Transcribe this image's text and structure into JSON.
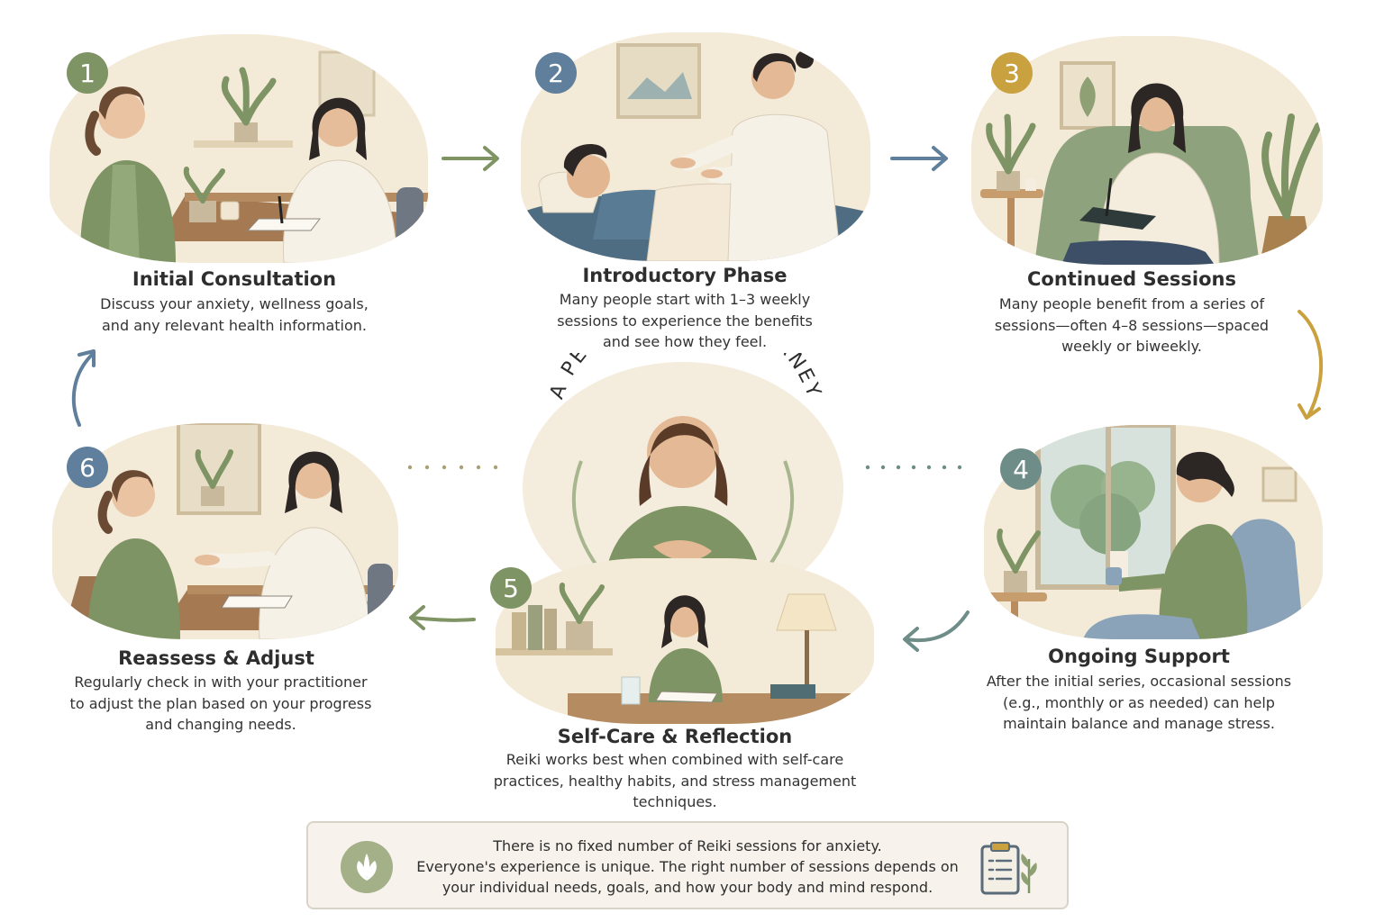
{
  "center_title": "A PERSONALIZED JOURNEY",
  "steps": [
    {
      "number": "1",
      "title": "Initial Consultation",
      "lines": [
        "Discuss your anxiety, wellness goals,",
        "and any relevant health information."
      ]
    },
    {
      "number": "2",
      "title": "Introductory Phase",
      "lines": [
        "Many people start with 1–3 weekly",
        "sessions to experience the benefits",
        "and see how they feel."
      ]
    },
    {
      "number": "3",
      "title": "Continued Sessions",
      "lines": [
        "Many people benefit from a series of",
        "sessions—often 4–8 sessions—spaced",
        "weekly or biweekly."
      ]
    },
    {
      "number": "4",
      "title": "Ongoing Support",
      "lines": [
        "After the initial series, occasional sessions",
        "(e.g., monthly or as needed) can help",
        "maintain balance and manage stress."
      ]
    },
    {
      "number": "5",
      "title": "Self-Care & Reflection",
      "lines": [
        "Reiki works best when combined with self-care",
        "practices, healthy habits, and stress management",
        "techniques."
      ]
    },
    {
      "number": "6",
      "title": "Reassess & Adjust",
      "lines": [
        "Regularly check in with your practitioner",
        "to adjust the plan based on your progress",
        "and changing needs."
      ]
    }
  ],
  "note": {
    "lines": [
      "There is no fixed number of Reiki sessions for anxiety.",
      "Everyone's experience is unique. The right number of sessions depends on",
      "your individual needs, goals, and how your body and mind respond."
    ],
    "leaf_icon": "leaf-icon",
    "clipboard_icon": "clipboard-icon"
  },
  "colors": {
    "green": "#7f9464",
    "blue": "#5f7f9c",
    "gold": "#c9a13f",
    "teal": "#6f8d88",
    "arrow_green": "#7f9464",
    "arrow_blue": "#5f7f9c",
    "arrow_gold": "#c9a13f",
    "arrow_teal": "#6f8d88"
  }
}
